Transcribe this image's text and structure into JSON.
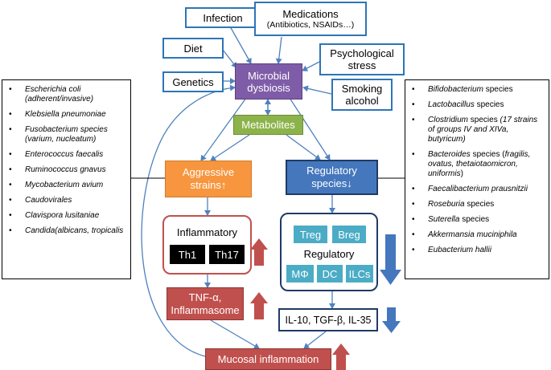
{
  "factors": {
    "infection": "Infection",
    "medications_title": "Medications",
    "medications_sub": "(Antibiotics, NSAIDs…)",
    "diet": "Diet",
    "psych_line1": "Psychological",
    "psych_line2": "stress",
    "genetics": "Genetics",
    "smoking_line1": "Smoking",
    "smoking_line2": "alcohol"
  },
  "center": {
    "dysbiosis_line1": "Microbial",
    "dysbiosis_line2": "dysbiosis",
    "metabolites": "Metabolites",
    "aggressive_line1": "Aggressive",
    "aggressive_line2": "strains↑",
    "regulatory_line1": "Regulatory",
    "regulatory_line2": "species↓"
  },
  "inflammatory": {
    "title": "Inflammatory",
    "cells": [
      "Th1",
      "Th17"
    ]
  },
  "regulatory_box": {
    "title": "Regulatory",
    "top_cells": [
      "Treg",
      "Breg"
    ],
    "bottom_cells": [
      "MΦ",
      "DC",
      "ILCs"
    ]
  },
  "outputs": {
    "tnf_line1": "TNF-α,",
    "tnf_line2": "Inflammasome",
    "cytokines": "IL-10, TGF-β, IL-35",
    "mucosal": "Mucosal inflammation"
  },
  "left_list": [
    {
      "a": "Escherichia coli (adherent/invasive)",
      "b": ""
    },
    {
      "a": "Klebsiella pneumoniae",
      "b": ""
    },
    {
      "a": "Fusobacterium species (varium, nucleatum)",
      "b": ""
    },
    {
      "a": "Enterococcus faecalis",
      "b": ""
    },
    {
      "a": "Ruminococcus gnavus",
      "b": ""
    },
    {
      "a": "Mycobacterium avium",
      "b": ""
    },
    {
      "a": "Caudovirales",
      "b": ""
    },
    {
      "a": "Clavispora lusitaniae",
      "b": ""
    },
    {
      "a": "Candida(albicans, tropicalis",
      "b": ""
    }
  ],
  "right_list": [
    {
      "i": "Bifidobacterium",
      "n": " species",
      "i2": "",
      "n2": ""
    },
    {
      "i": "Lactobacillus",
      "n": " species",
      "i2": "",
      "n2": ""
    },
    {
      "i": "Clostridium",
      "n": " species ",
      "i2": "(17 strains of groups IV and XIVa, butyricum)",
      "n2": ""
    },
    {
      "i": "Bacteroides",
      "n": " species (",
      "i2": "fragilis, ovatus, thetaiotaomicron, uniformis",
      "n2": ")"
    },
    {
      "i": "Faecalibacterium prausnitzii",
      "n": "",
      "i2": "",
      "n2": ""
    },
    {
      "i": "Roseburia",
      "n": " species",
      "i2": "",
      "n2": ""
    },
    {
      "i": "Suterella",
      "n": " species",
      "i2": "",
      "n2": ""
    },
    {
      "i": "Akkermansia muciniphila",
      "n": "",
      "i2": "",
      "n2": ""
    },
    {
      "i": "Eubacterium hallii",
      "n": "",
      "i2": "",
      "n2": ""
    }
  ],
  "colors": {
    "factor_border": "#2e75b6",
    "dysbiosis": "#7f5ca8",
    "metabolites": "#8cb34a",
    "aggressive": "#f7963e",
    "regulatory": "#4577bd",
    "inflammatory_red": "#c0504d",
    "cell_black": "#000000",
    "cell_teal": "#4bacc6",
    "up_arrow": "#c0504d",
    "down_arrow": "#4577bd"
  }
}
